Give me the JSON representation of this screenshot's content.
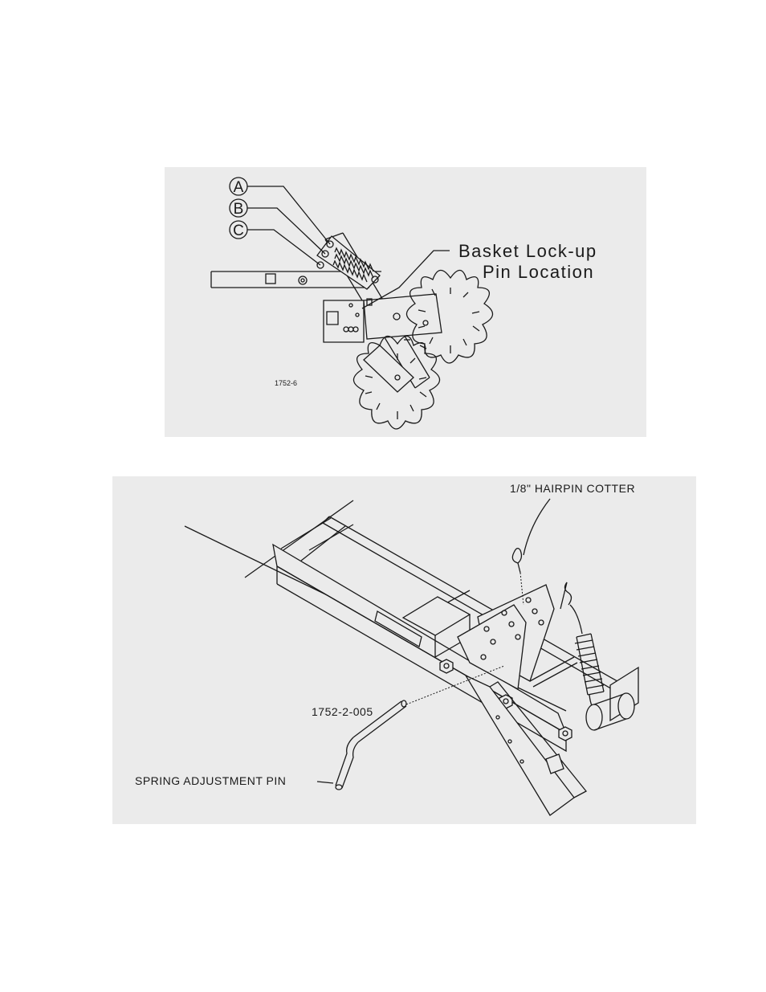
{
  "top_figure": {
    "callouts": [
      {
        "letter": "A"
      },
      {
        "letter": "B"
      },
      {
        "letter": "C"
      }
    ],
    "label_line1": "Basket Lock-up",
    "label_line2": "Pin Location",
    "figure_number": "1752-6"
  },
  "bottom_figure": {
    "hairpin_label": "1/8\" HAIRPIN COTTER",
    "part_number": "1752-2-005",
    "pin_label": "SPRING ADJUSTMENT PIN"
  }
}
